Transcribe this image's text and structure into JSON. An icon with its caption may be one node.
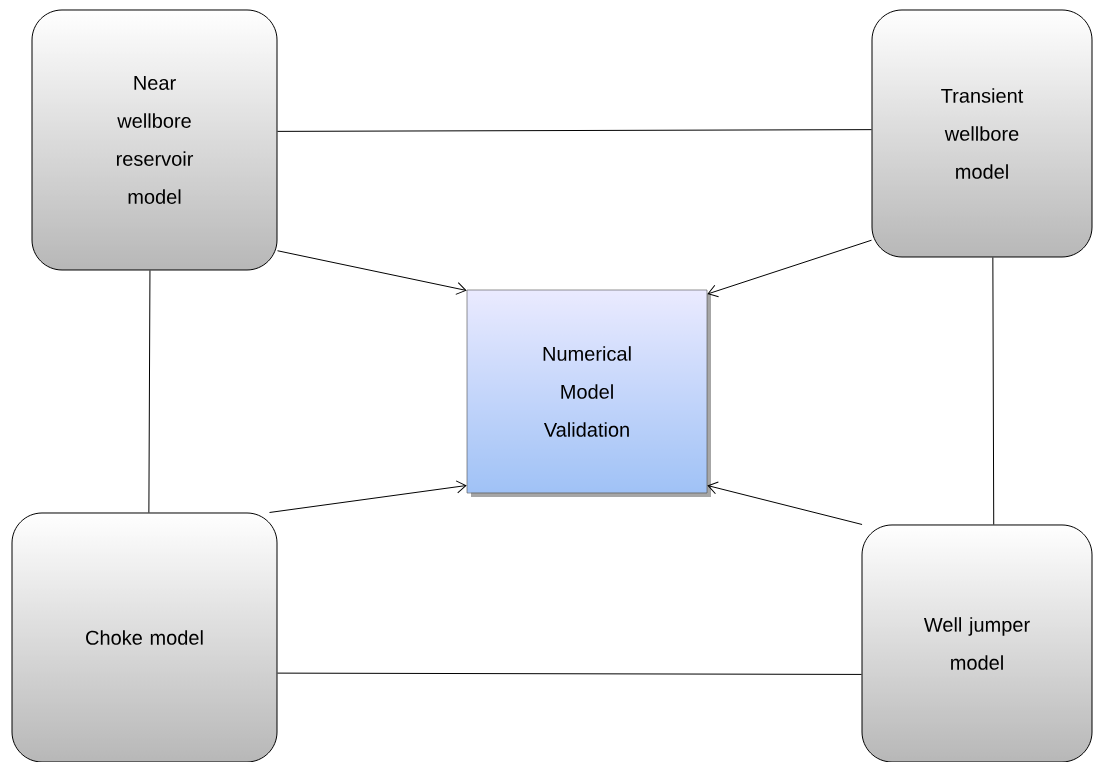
{
  "diagram": {
    "nodes": [
      {
        "text": [
          "Near wellbore reservoir model"
        ]
      },
      {
        "text": [
          "Transient wellbore model"
        ]
      },
      {
        "text": [
          "Numerical Model Validation"
        ]
      },
      {
        "text": [
          "Choke model"
        ]
      },
      {
        "text": [
          "Well jumper model"
        ]
      }
    ],
    "edges": [
      {
        "from": 0,
        "to": 1,
        "arrow": "none"
      },
      {
        "from": 0,
        "to": 3,
        "arrow": "none"
      },
      {
        "from": 1,
        "to": 4,
        "arrow": "none"
      },
      {
        "from": 3,
        "to": 4,
        "arrow": "none"
      },
      {
        "from": 0,
        "to": 2,
        "arrow": "to"
      },
      {
        "from": 1,
        "to": 2,
        "arrow": "to"
      },
      {
        "from": 3,
        "to": 2,
        "arrow": "to"
      },
      {
        "from": 4,
        "to": 2,
        "arrow": "to"
      }
    ]
  }
}
